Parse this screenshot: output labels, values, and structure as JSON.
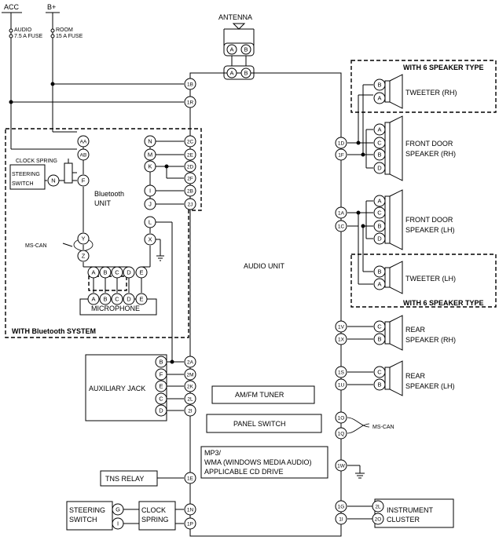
{
  "power": {
    "acc": "ACC",
    "bplus": "B+",
    "audio_fuse_name": "AUDIO",
    "audio_fuse_rating": "7.5 A FUSE",
    "room_fuse_name": "ROOM",
    "room_fuse_rating": "15 A FUSE"
  },
  "antenna": {
    "label": "ANTENNA"
  },
  "audio_unit": {
    "label": "AUDIO UNIT",
    "tuner": "AM/FM TUNER",
    "panel_switch": "PANEL SWITCH",
    "mp3_line1": "MP3/",
    "mp3_line2": "WMA (WINDOWS MEDIA AUDIO)",
    "mp3_line3": "APPLICABLE CD DRIVE"
  },
  "bluetooth": {
    "clock_spring": "CLOCK SPRING",
    "steering_line1": "STEERING",
    "steering_line2": "SWITCH",
    "unit_line1": "Bluetooth",
    "unit_line2": "UNIT",
    "ms_can": "MS-CAN",
    "microphone": "MICROPHONE",
    "system_label": "WITH Bluetooth SYSTEM"
  },
  "aux": {
    "label": "AUXILIARY JACK"
  },
  "tns": {
    "label": "TNS RELAY"
  },
  "bottom": {
    "steering_line1": "STEERING",
    "steering_line2": "SWITCH",
    "clock_line1": "CLOCK",
    "clock_line2": "SPRING"
  },
  "speakers": {
    "six_type": "WITH 6 SPEAKER TYPE",
    "tweeter_rh": "TWEETER (RH)",
    "tweeter_lh": "TWEETER (LH)",
    "front_door": "FRONT DOOR",
    "rear": "REAR",
    "speaker_rh": "SPEAKER (RH)",
    "speaker_lh": "SPEAKER (LH)"
  },
  "right": {
    "ms_can": "MS-CAN",
    "cluster_line1": "INSTRUMENT",
    "cluster_line2": "CLUSTER"
  },
  "connector_pins": {
    "antenna": [
      "A",
      "B",
      "A",
      "B"
    ],
    "audio_left": [
      "1B",
      "1R",
      "2C",
      "2E",
      "2D",
      "2F",
      "2B",
      "2J",
      "2A",
      "2M",
      "2K",
      "2L",
      "2I",
      "1E",
      "1N",
      "1P"
    ],
    "audio_right": [
      "1D",
      "1F",
      "1A",
      "1C",
      "1V",
      "1X",
      "1S",
      "1U",
      "1O",
      "1Q",
      "1W",
      "1G",
      "1I"
    ],
    "bluetooth_left": [
      "AA",
      "AB",
      "F",
      "N",
      "Y",
      "Z"
    ],
    "bluetooth_right": [
      "N",
      "M",
      "K",
      "I",
      "J",
      "L",
      "X"
    ],
    "microphone_top": [
      "A",
      "B",
      "C",
      "D",
      "E"
    ],
    "microphone_bottom": [
      "A",
      "B",
      "C",
      "D",
      "E"
    ],
    "aux_jack": [
      "B",
      "F",
      "E",
      "C",
      "D"
    ],
    "steering_bottom": [
      "G",
      "I"
    ],
    "tweeter_rh": [
      "B",
      "A"
    ],
    "front_door_rh": [
      "A",
      "C",
      "B",
      "D"
    ],
    "front_door_lh": [
      "A",
      "C",
      "B",
      "D"
    ],
    "tweeter_lh": [
      "B",
      "A"
    ],
    "rear_rh": [
      "C",
      "B"
    ],
    "rear_lh": [
      "C",
      "B"
    ],
    "instrument_cluster": [
      "2L",
      "2O"
    ]
  }
}
